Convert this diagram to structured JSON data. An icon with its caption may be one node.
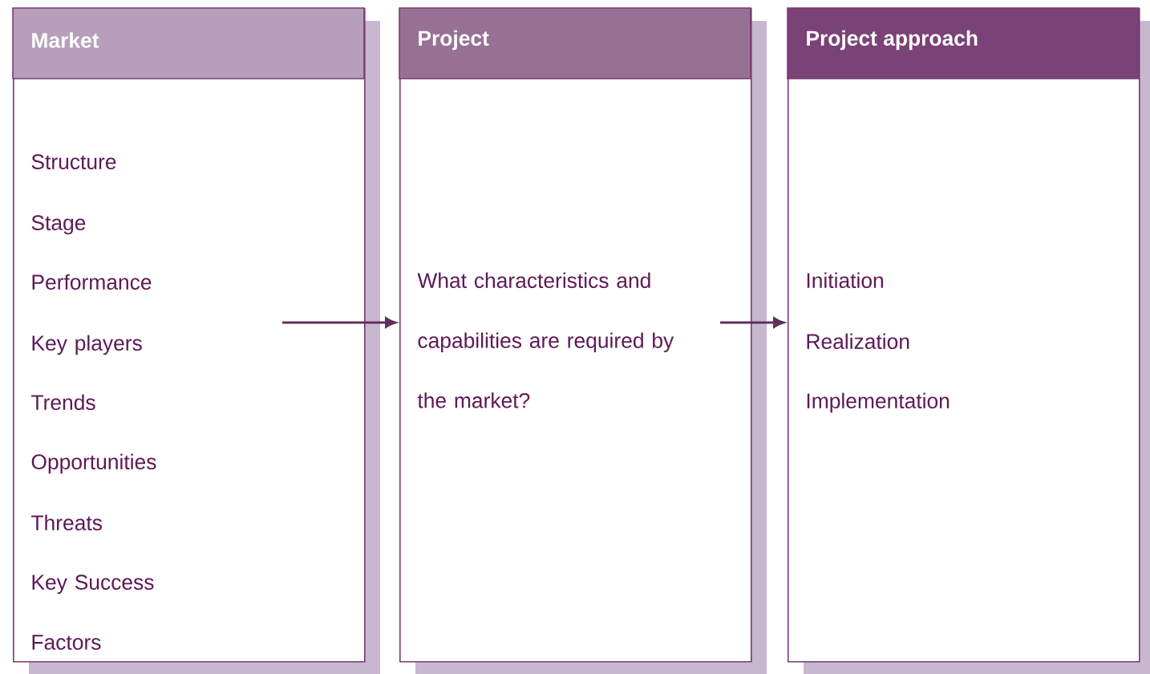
{
  "diagram": {
    "nodes": [
      {
        "text": [
          "Market",
          "Structure",
          "Stage",
          "Performance",
          "Key players",
          "Trends",
          "Opportunities",
          "Threats",
          "Key Success Factors"
        ]
      },
      {
        "text": [
          "Project",
          "What characteristics and capabilities are required by the market?"
        ]
      },
      {
        "text": [
          "Project approach",
          "Initiation",
          "Realization",
          "Implementation"
        ]
      }
    ],
    "edges": [
      {
        "from": 0,
        "to": 1,
        "arrow": "to"
      },
      {
        "from": 1,
        "to": 2,
        "arrow": "to"
      }
    ]
  }
}
